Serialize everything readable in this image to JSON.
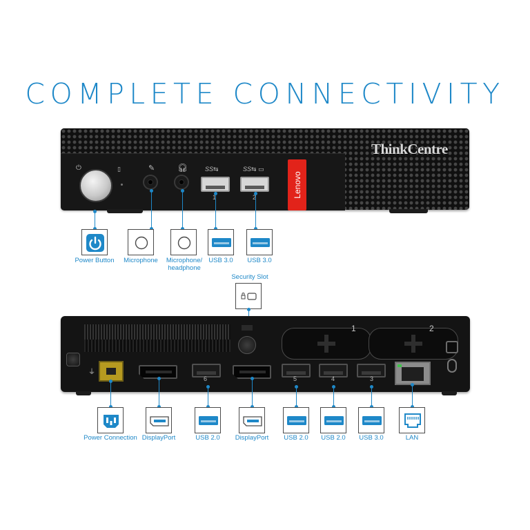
{
  "headline": "COMPLETE CONNECTIVITY",
  "brand_colors": {
    "accent": "#1e88c8",
    "lenovo_red": "#e2231a",
    "chassis": "#111111"
  },
  "product": {
    "brand": "ThinkCentre",
    "maker": "Lenovo"
  },
  "front_panel": {
    "port_numbers": [
      "1",
      "2"
    ],
    "speed_marks": [
      "SS⇆",
      "SS⇆ ▭"
    ],
    "callouts": [
      {
        "icon": "power-icon",
        "label": "Power Button"
      },
      {
        "icon": "audio-jack-icon",
        "label": "Microphone"
      },
      {
        "icon": "audio-jack-icon",
        "label": "Microphone/ headphone"
      },
      {
        "icon": "usb-port-icon",
        "label": "USB 3.0"
      },
      {
        "icon": "usb-port-icon",
        "label": "USB 3.0"
      }
    ]
  },
  "security": {
    "icon": "lock-slot-icon",
    "label": "Security Slot"
  },
  "rear_panel": {
    "bay_numbers": [
      "1",
      "2"
    ],
    "port_numbers": [
      "6",
      "5",
      "4",
      "3"
    ],
    "callouts": [
      {
        "icon": "power-connector-icon",
        "label": "Power Connection"
      },
      {
        "icon": "displayport-icon",
        "label": "DisplayPort"
      },
      {
        "icon": "usb-port-icon",
        "label": "USB 2.0"
      },
      {
        "icon": "displayport-icon",
        "label": "DisplayPort"
      },
      {
        "icon": "usb-port-icon",
        "label": "USB 2.0"
      },
      {
        "icon": "usb-port-icon",
        "label": "USB 2.0"
      },
      {
        "icon": "usb-port-icon",
        "label": "USB 3.0"
      },
      {
        "icon": "ethernet-port-icon",
        "label": "LAN"
      }
    ]
  }
}
